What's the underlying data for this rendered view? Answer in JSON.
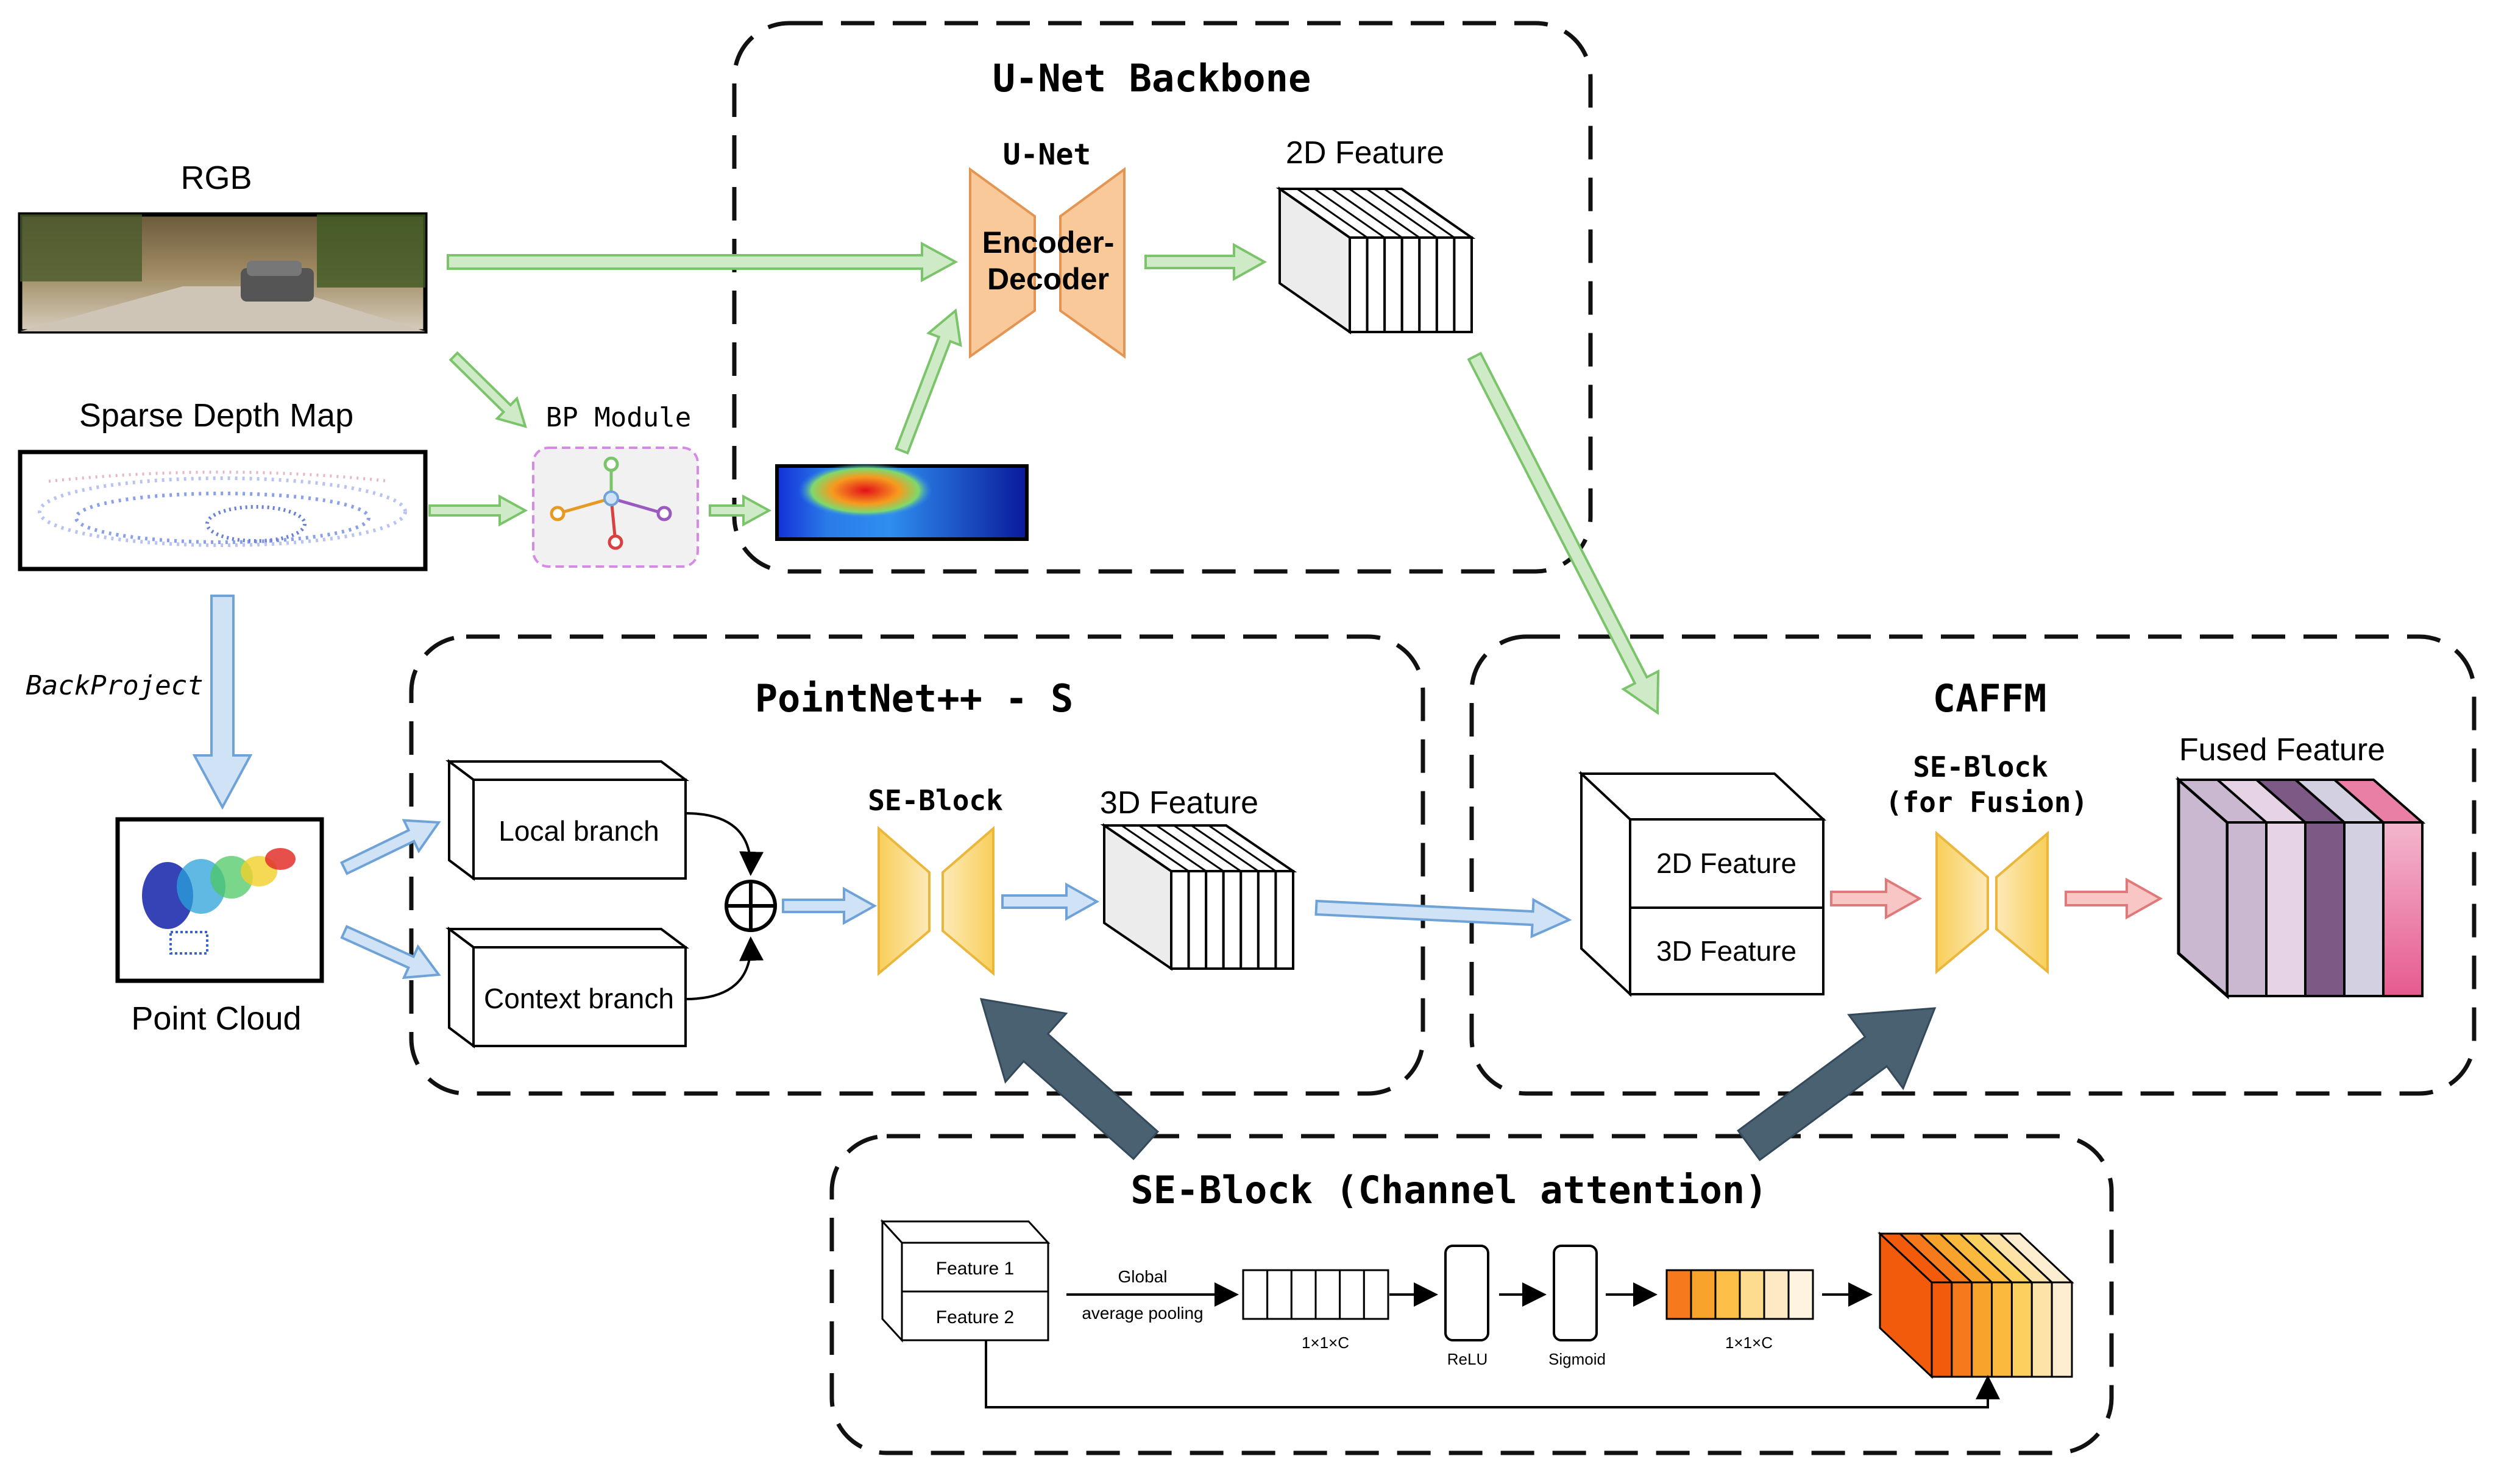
{
  "inputs": {
    "rgb_label": "RGB",
    "sparse_label": "Sparse Depth Map",
    "backproject_label": "BackProject",
    "point_cloud_label": "Point Cloud",
    "bp_module_label": "BP Module"
  },
  "unet": {
    "title": "U-Net Backbone",
    "block_title": "U-Net",
    "block_line1": "Encoder-",
    "block_line2": "Decoder",
    "feature_label": "2D Feature"
  },
  "pointnet": {
    "title": "PointNet++ - S",
    "local_branch": "Local branch",
    "context_branch": "Context branch",
    "se_label": "SE-Block",
    "feature_label": "3D Feature"
  },
  "caffm": {
    "title": "CAFFM",
    "feature_2d": "2D Feature",
    "feature_3d": "3D Feature",
    "se_line1": "SE-Block",
    "se_line2": "(for Fusion)",
    "fused_label": "Fused Feature"
  },
  "se_detail": {
    "title": "SE-Block (Channel attention)",
    "feature1": "Feature 1",
    "feature2": "Feature 2",
    "gap_line1": "Global",
    "gap_line2": "average pooling",
    "dim1": "1×1×C",
    "relu": "ReLU",
    "sigmoid": "Sigmoid",
    "dim2": "1×1×C"
  },
  "colors": {
    "green_arrow": "#cfeac6",
    "green_stroke": "#7cc46b",
    "blue_arrow": "#cfe2f6",
    "blue_stroke": "#6fa3d8",
    "pink_arrow": "#f9c6c6",
    "dark_arrow": "#4a6172",
    "encoder_fill": "#f9c99a",
    "se_fill": "#fbdd8a",
    "fused": [
      "#c9b8cf",
      "#e6d4e6",
      "#7d5a85",
      "#d3d0e2",
      "#ea7fa5"
    ],
    "weights": [
      "#f6791b",
      "#f8a32c",
      "#fbcd63",
      "#fde3a7",
      "#fdf1d8"
    ]
  }
}
